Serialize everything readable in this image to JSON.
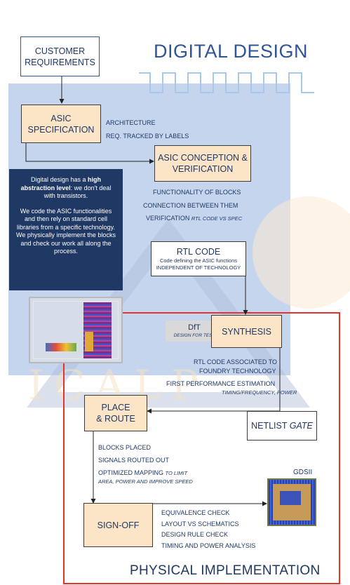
{
  "titles": {
    "digital_design": "DIGITAL DESIGN",
    "physical_implementation": "PHYSICAL IMPLEMENTATION"
  },
  "boxes": {
    "customer_requirements": [
      "CUSTOMER",
      "REQUIREMENTS"
    ],
    "asic_specification": [
      "ASIC",
      "SPECIFICATION"
    ],
    "asic_conception": [
      "ASIC CONCEPTION &",
      "VERIFICATION"
    ],
    "rtl_code": {
      "title": "RTL CODE",
      "line1": "Code defining the ASIC functions",
      "line2": "INDEPENDENT OF TECHNOLOGY"
    },
    "dft": {
      "title": "DfT",
      "subtitle": "DESIGN FOR TEST"
    },
    "synthesis": "SYNTHESIS",
    "place_route": [
      "PLACE",
      "& ROUTE"
    ],
    "netlist": {
      "main": "NETLIST",
      "italic": "GATE"
    },
    "signoff": "SIGN-OFF",
    "gdsii": "GDSII"
  },
  "notes": {
    "spec": [
      "ARCHITECTURE",
      "REQ. TRACKED BY LABELS"
    ],
    "conception": [
      "FUNCTIONALITY OF BLOCKS",
      "CONNECTION BETWEEN THEM"
    ],
    "verification": {
      "main": "VERIFICATION",
      "italic": "RTL CODE VS SPEC"
    },
    "synthesis": [
      "RTL CODE ASSOCIATED TO",
      "FOUNDRY TECHNOLOGY",
      "FIRST PERFORMANCE ESTIMATION"
    ],
    "synthesis_italic": "TIMING/FREQUENCY, POWER",
    "place_route": [
      "BLOCKS PLACED",
      "SIGNALS ROUTED OUT"
    ],
    "optimized": {
      "main": "OPTIMIZED MAPPING",
      "italic1": "TO LIMIT",
      "italic2": "AREA, POWER AND IMPROVE SPEED"
    },
    "signoff": [
      "EQUIVALENCE CHECK",
      "LAYOUT VS SCHEMATICS",
      "DESIGN RULE CHECK",
      "TIMING AND POWER ANALYSIS"
    ]
  },
  "explainer": {
    "p1_a": "Digital design has a",
    "p1_b": "high abstraction level",
    "p1_c": ": we don't deal with transistors.",
    "p2": "We code the ASIC functionalities and then rely on standard cell libraries from a specific technology. We physically implement the blocks and check our work all along the process."
  },
  "watermark": "ICALP",
  "colors": {
    "blue_panel": "#c5d5ee",
    "peach": "#fce4c6",
    "dark_navy": "#1f3864",
    "red_frame": "#e8312f",
    "title_blue": "#2f5597"
  }
}
